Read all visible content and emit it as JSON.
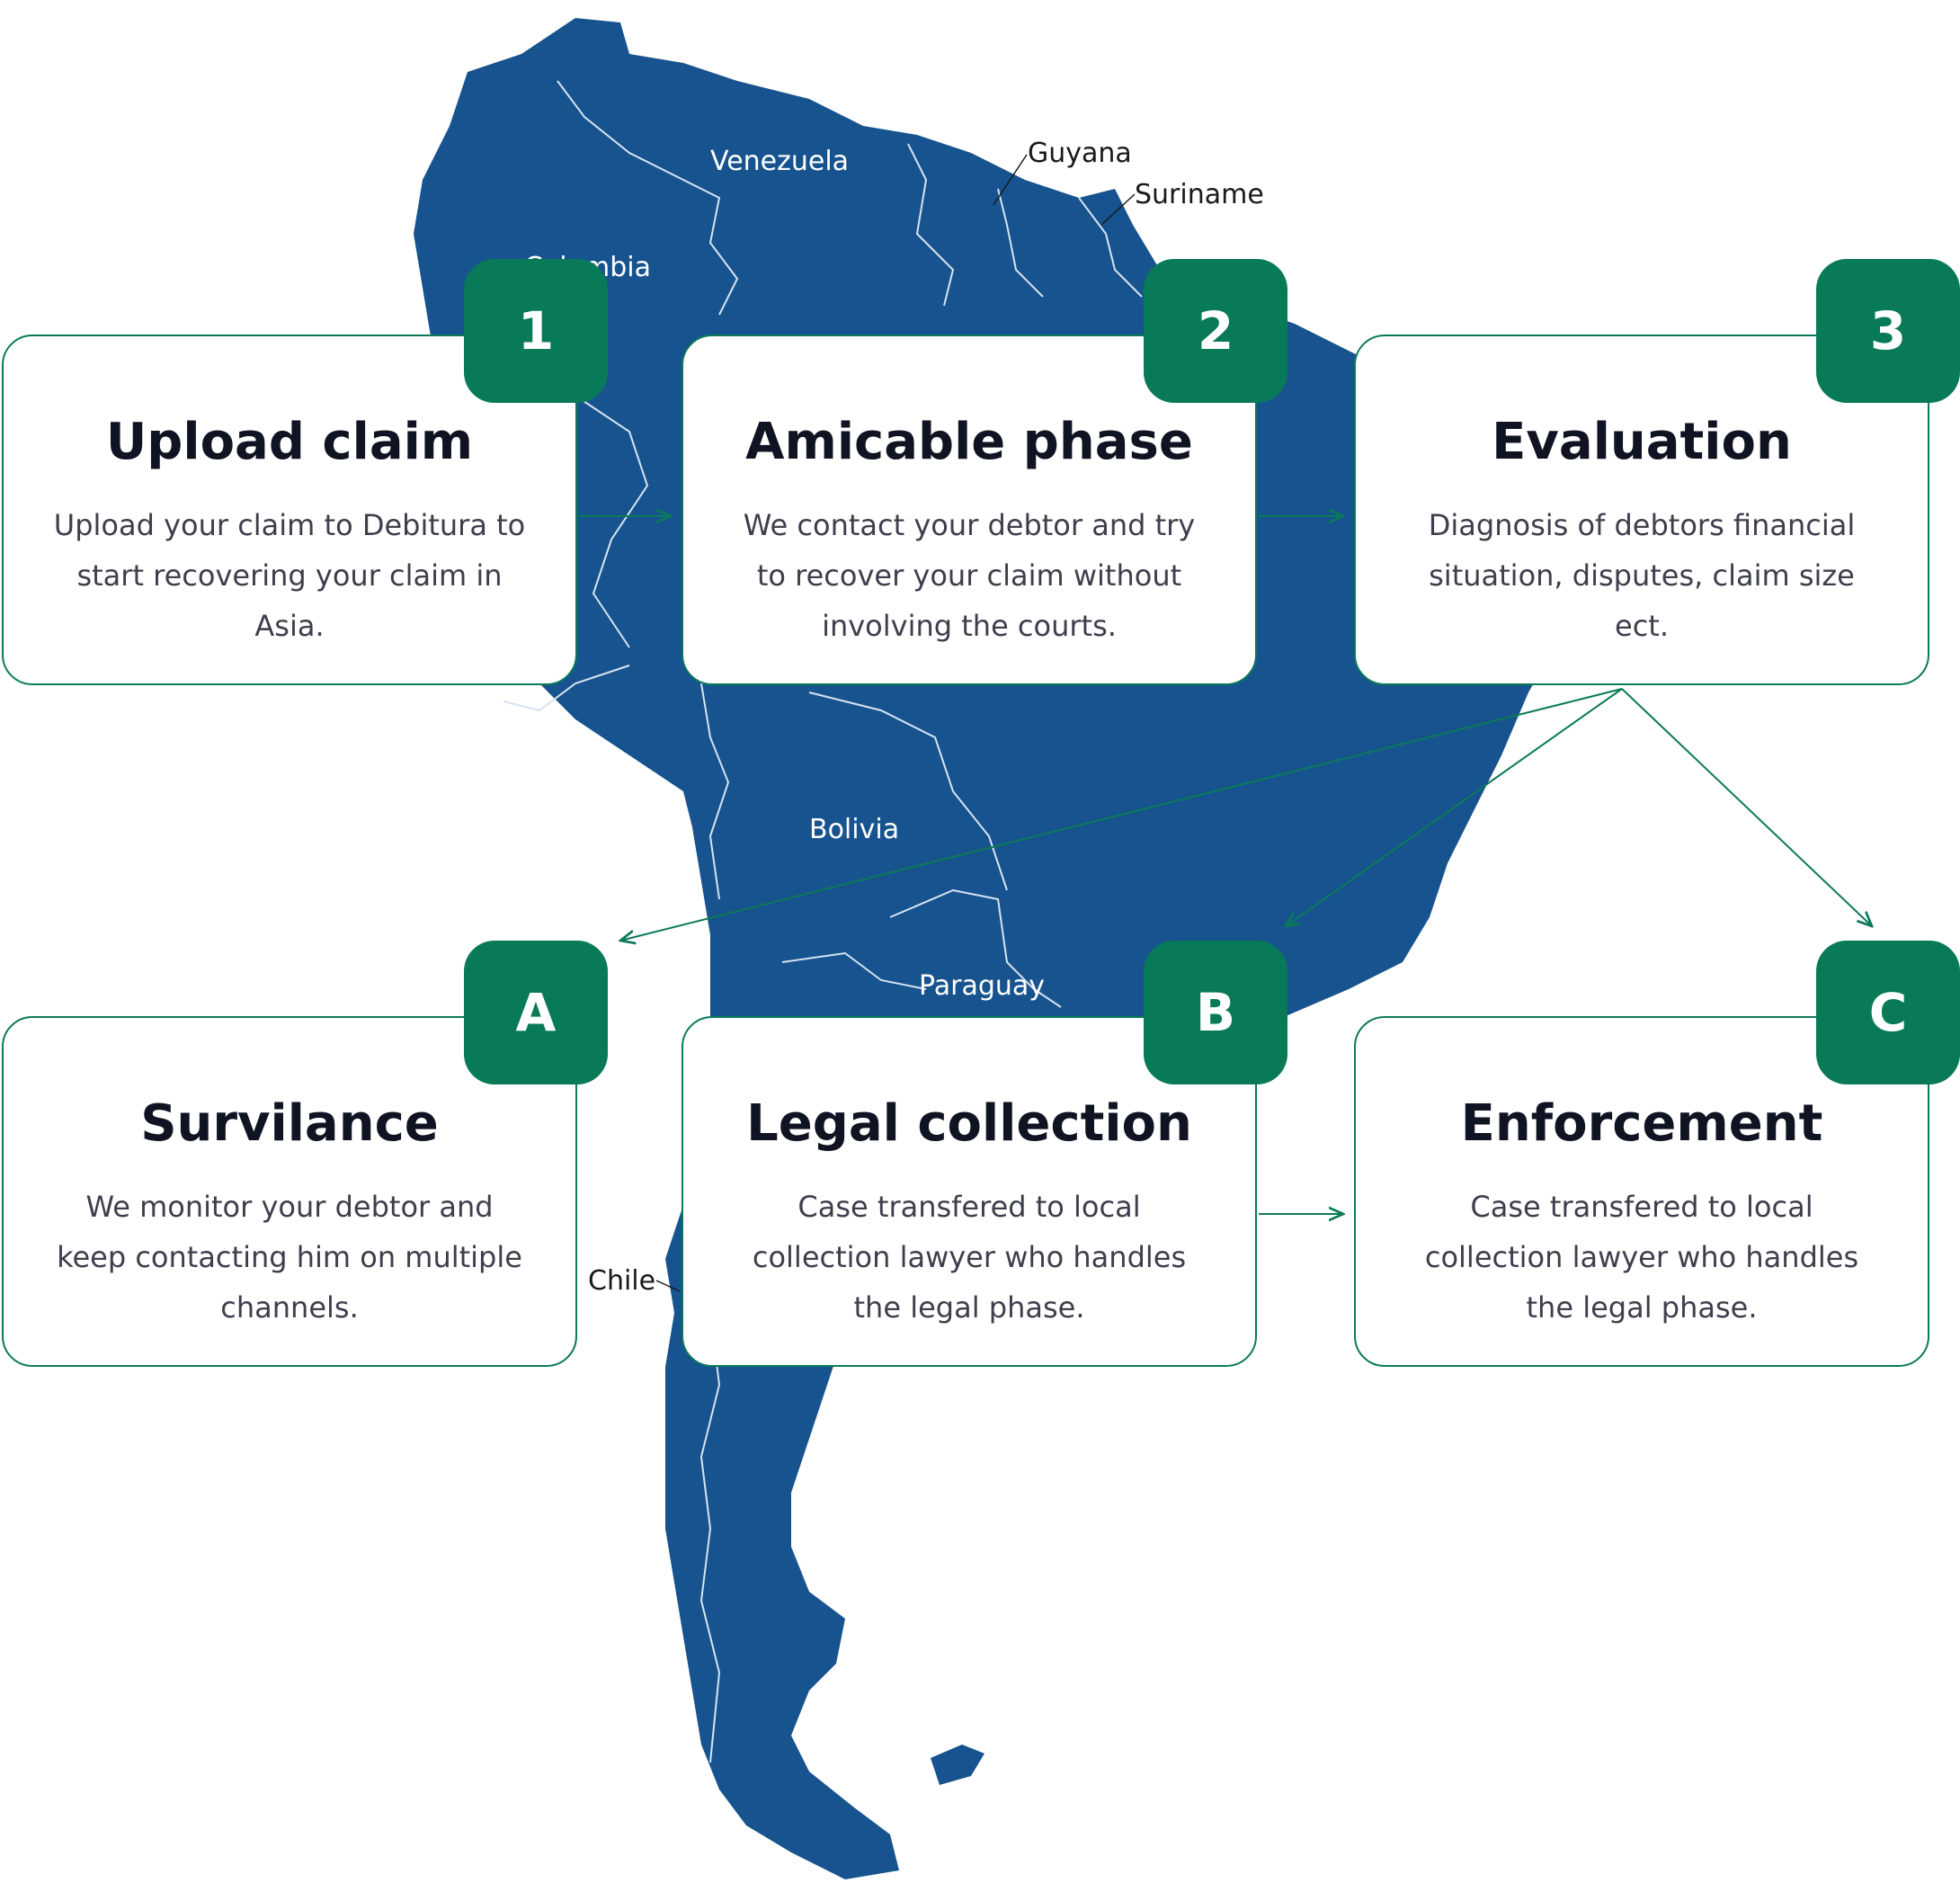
{
  "map": {
    "labels": {
      "venezuela": "Venezuela",
      "colombia": "Colombia",
      "guyana": "Guyana",
      "suriname": "Suriname",
      "bolivia": "Bolivia",
      "paraguay": "Paraguay",
      "chile": "Chile"
    },
    "land_color": "#17538e",
    "border_color": "#d7e3f1"
  },
  "theme": {
    "accent": "#087a57",
    "card_border": "#0b7a58",
    "title_color": "#101322",
    "text_color": "#3d3f4c"
  },
  "steps": [
    {
      "badge": "1",
      "title": "Upload claim",
      "description": "Upload your claim to Debitura to start recovering your claim in Asia."
    },
    {
      "badge": "2",
      "title": "Amicable phase",
      "description": "We contact your debtor and try to recover your claim without involving the courts."
    },
    {
      "badge": "3",
      "title": "Evaluation",
      "description": "Diagnosis of debtors financial situation, disputes, claim size ect."
    }
  ],
  "options": [
    {
      "badge": "A",
      "title": "Survilance",
      "description": "We monitor your debtor and keep contacting him on multiple channels."
    },
    {
      "badge": "B",
      "title": "Legal collection",
      "description": "Case transfered to local collection lawyer who handles the legal phase."
    },
    {
      "badge": "C",
      "title": "Enforcement",
      "description": "Case transfered to local collection lawyer who handles the legal phase."
    }
  ]
}
